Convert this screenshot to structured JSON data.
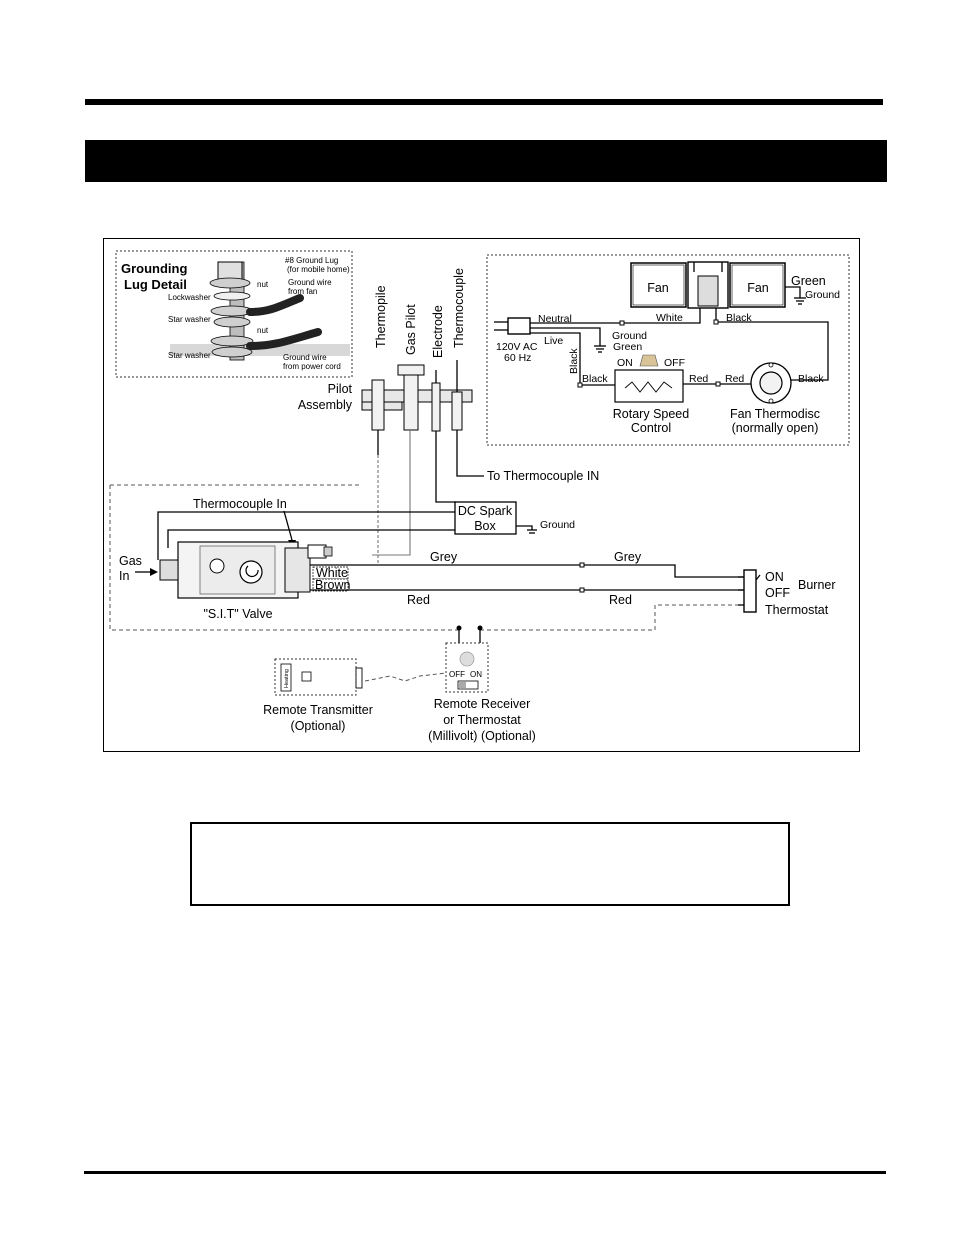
{
  "page": {
    "header_rule": true,
    "section_title": "",
    "notice_text": ""
  },
  "grounding_detail": {
    "title_line1": "Grounding",
    "title_line2": "Lug Detail",
    "ground_lug": "#8 Ground Lug",
    "ground_lug_note": "(for mobile home)",
    "nut_top": "nut",
    "lockwasher": "Lockwasher",
    "ground_wire_fan_1": "Ground wire",
    "ground_wire_fan_2": "from fan",
    "star_washer_1": "Star washer",
    "nut_mid": "nut",
    "star_washer_2": "Star washer",
    "ground_wire_cord_1": "Ground wire",
    "ground_wire_cord_2": "from power cord"
  },
  "pilot": {
    "thermopile": "Thermopile",
    "gas_pilot": "Gas Pilot",
    "electrode": "Electrode",
    "thermocouple": "Thermocouple",
    "assembly_line1": "Pilot",
    "assembly_line2": "Assembly",
    "to_thermocouple_in": "To Thermocouple IN"
  },
  "fan_circuit": {
    "fan_left": "Fan",
    "fan_right": "Fan",
    "green": "Green",
    "ground": "Ground",
    "neutral": "Neutral",
    "white": "White",
    "black_top": "Black",
    "power_1": "120V AC",
    "power_2": "60 Hz",
    "live": "Live",
    "ground_green_1": "Ground",
    "ground_green_2": "Green",
    "black_vertical": "Black",
    "black_left": "Black",
    "on": "ON",
    "off": "OFF",
    "red_1": "Red",
    "red_2": "Red",
    "black_right": "Black",
    "rotary_1": "Rotary Speed",
    "rotary_2": "Control",
    "thermodisc_1": "Fan Thermodisc",
    "thermodisc_2": "(normally open)"
  },
  "valve_circuit": {
    "thermocouple_in": "Thermocouple In",
    "spark_1": "DC Spark",
    "spark_2": "Box",
    "spark_ground": "Ground",
    "gas_1": "Gas",
    "gas_2": "In",
    "grey_1": "Grey",
    "grey_2": "Grey",
    "white": "White",
    "brown": "Brown",
    "red_1": "Red",
    "red_2": "Red",
    "valve": "\"S.I.T\" Valve",
    "switch_on": "ON",
    "switch_off": "OFF",
    "burner": "Burner",
    "thermostat": "Thermostat"
  },
  "remote": {
    "transmitter_1": "Remote Transmitter",
    "transmitter_2": "(Optional)",
    "transmitter_badge": "Heating",
    "receiver_1": "Remote Receiver",
    "receiver_2": "or Thermostat",
    "receiver_3": "(Millivolt) (Optional)",
    "receiver_off": "OFF",
    "receiver_on": "ON"
  }
}
